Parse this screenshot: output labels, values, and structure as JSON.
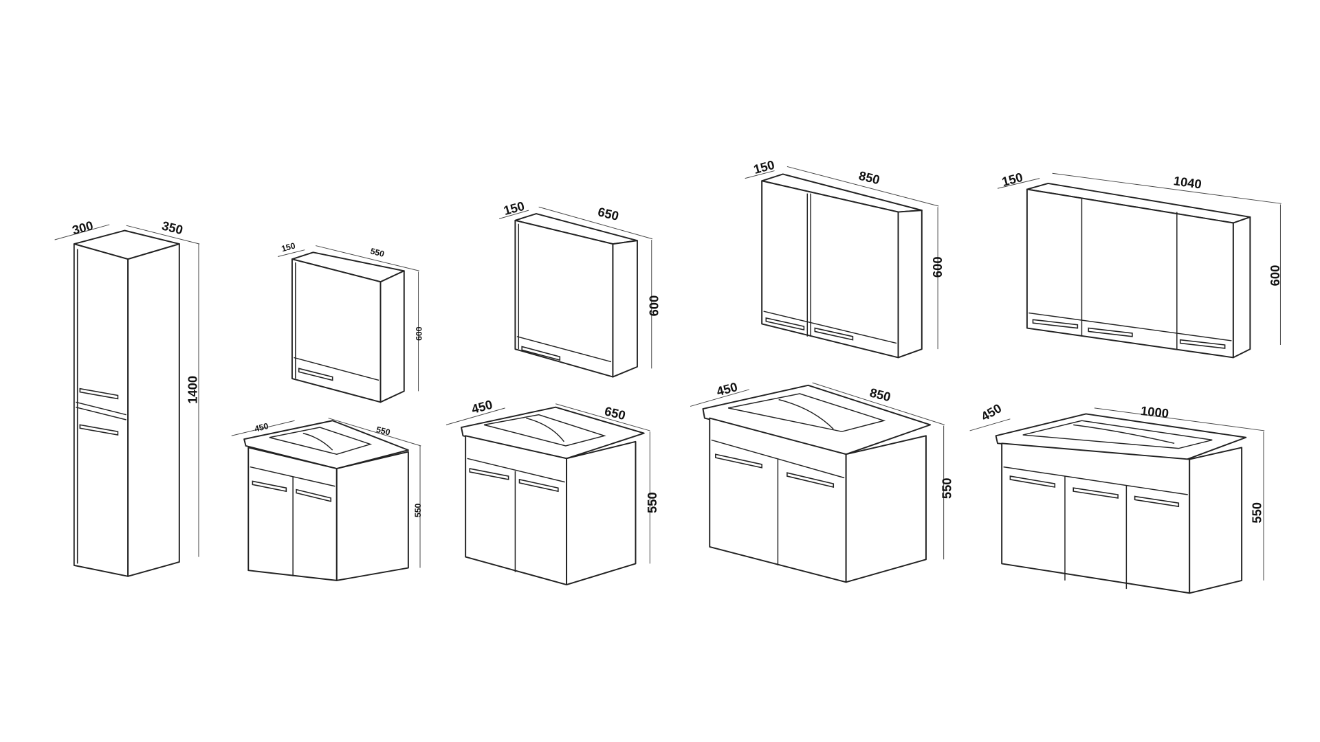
{
  "items": [
    {
      "name": "tall-cabinet",
      "dims": {
        "width": "300",
        "depth": "350",
        "height": "1400"
      }
    },
    {
      "name": "mirror-cabinet-550",
      "dims": {
        "depth": "150",
        "width": "550",
        "height": "600"
      }
    },
    {
      "name": "vanity-550",
      "dims": {
        "depth": "450",
        "width": "550",
        "height": "550"
      }
    },
    {
      "name": "mirror-cabinet-650",
      "dims": {
        "depth": "150",
        "width": "650",
        "height": "600"
      }
    },
    {
      "name": "vanity-650",
      "dims": {
        "depth": "450",
        "width": "650",
        "height": "550"
      }
    },
    {
      "name": "mirror-cabinet-850",
      "dims": {
        "depth": "150",
        "width": "850",
        "height": "600"
      }
    },
    {
      "name": "vanity-850",
      "dims": {
        "depth": "450",
        "width": "850",
        "height": "550"
      }
    },
    {
      "name": "mirror-cabinet-1040",
      "dims": {
        "depth": "150",
        "width": "1040",
        "height": "600"
      }
    },
    {
      "name": "vanity-1000",
      "dims": {
        "depth": "450",
        "width": "1000",
        "height": "550"
      }
    }
  ]
}
